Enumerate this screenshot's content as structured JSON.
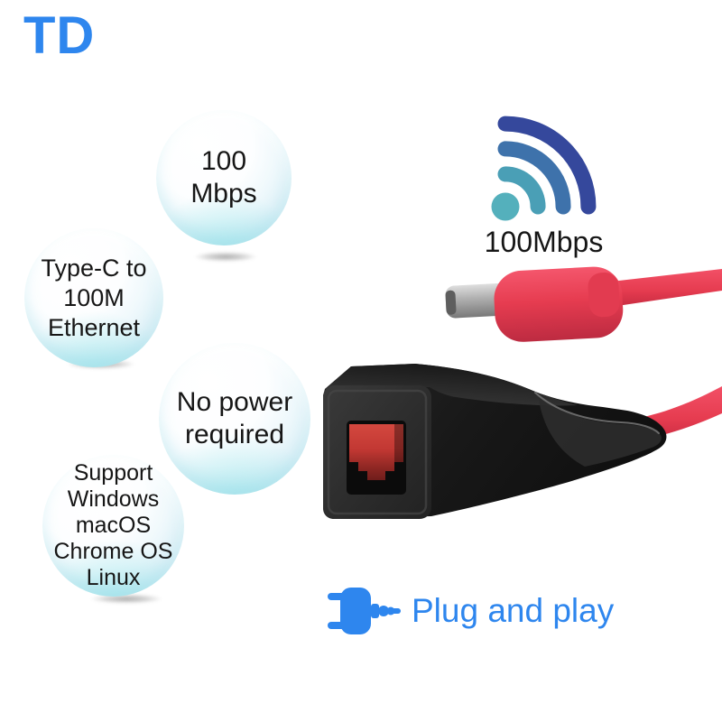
{
  "brand": {
    "logo_text": "TD"
  },
  "feature_bubbles": [
    {
      "lines": [
        "100",
        "Mbps"
      ]
    },
    {
      "lines": [
        "Type-C to",
        "100M",
        "Ethernet"
      ]
    },
    {
      "lines": [
        "No power",
        "required"
      ]
    },
    {
      "lines": [
        "Support",
        "Windows",
        "macOS",
        "Chrome OS",
        "Linux"
      ]
    }
  ],
  "wifi_badge": {
    "icon": "wifi-signal-icon",
    "label": "100Mbps"
  },
  "plug_banner": {
    "icon": "power-plug-icon",
    "label": "Plug and play"
  },
  "colors": {
    "brand-blue": "#2e86ee",
    "text-dark": "#161616",
    "cable-red": "#e63c50",
    "cable-red-dark": "#c62a40",
    "body-black": "#1d1d1d",
    "port-red": "#c23833",
    "wifi-teal": "#54b0bc",
    "wifi-teal-blue": "#4a9fb6",
    "wifi-blue-mid": "#3e72ab",
    "wifi-indigo": "#35489c",
    "bubble-rim": "#c2e6f0"
  }
}
